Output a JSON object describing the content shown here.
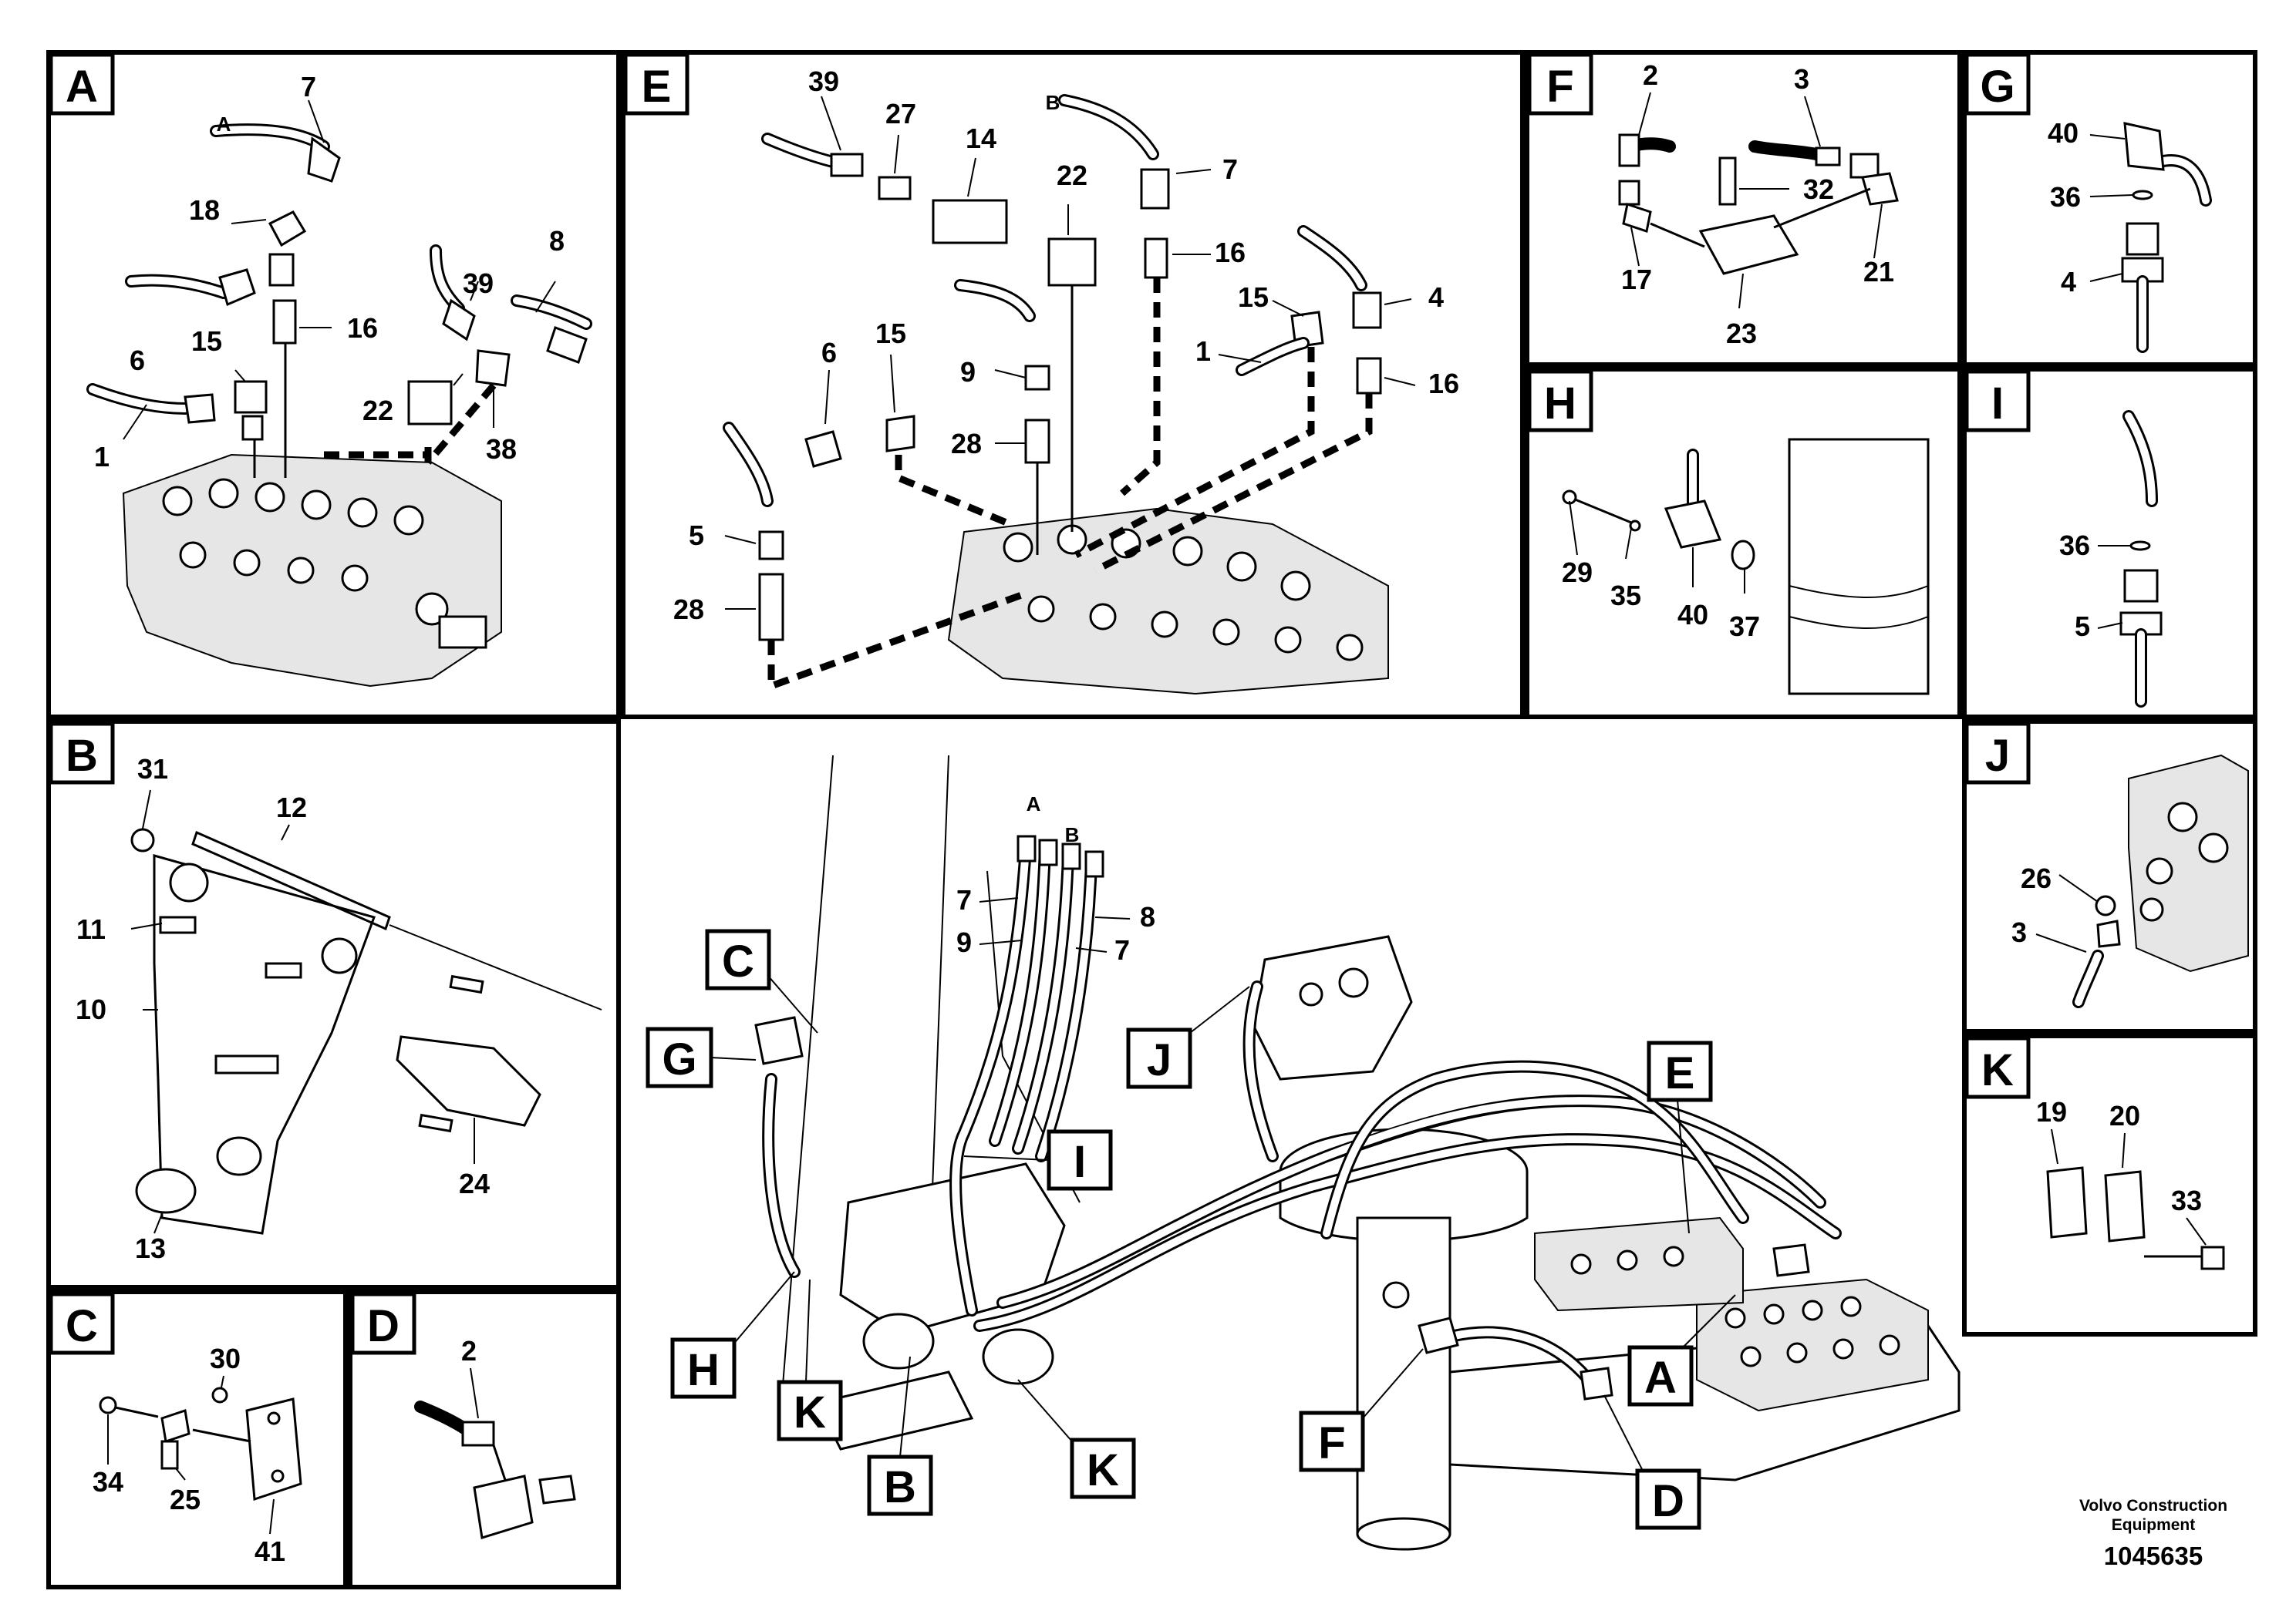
{
  "panels": {
    "a": {
      "letter": "A",
      "labels": [
        "7",
        "18",
        "16",
        "6",
        "15",
        "1",
        "8",
        "39",
        "22",
        "38"
      ],
      "hose_end_label": "A"
    },
    "e": {
      "letter": "E",
      "labels": [
        "39",
        "27",
        "14",
        "22",
        "7",
        "16",
        "15",
        "4",
        "16",
        "1",
        "6",
        "15",
        "9",
        "28",
        "5",
        "28"
      ],
      "hose_end_label": "B"
    },
    "f": {
      "letter": "F",
      "labels": [
        "2",
        "3",
        "32",
        "17",
        "21",
        "23"
      ]
    },
    "g": {
      "letter": "G",
      "labels": [
        "40",
        "36",
        "4"
      ]
    },
    "h": {
      "letter": "H",
      "labels": [
        "29",
        "35",
        "40",
        "37"
      ]
    },
    "i": {
      "letter": "I",
      "labels": [
        "36",
        "5"
      ]
    },
    "b": {
      "letter": "B",
      "labels": [
        "31",
        "12",
        "11",
        "10",
        "24",
        "13"
      ]
    },
    "j": {
      "letter": "J",
      "labels": [
        "26",
        "3"
      ]
    },
    "k": {
      "letter": "K",
      "labels": [
        "19",
        "20",
        "33"
      ]
    },
    "c": {
      "letter": "C",
      "labels": [
        "30",
        "34",
        "25",
        "41"
      ]
    },
    "d": {
      "letter": "D",
      "labels": [
        "2"
      ]
    }
  },
  "main_view": {
    "callouts": [
      "C",
      "G",
      "I",
      "J",
      "E",
      "H",
      "K",
      "B",
      "K",
      "F",
      "A",
      "D"
    ],
    "hose_end_labels": [
      "A",
      "B"
    ],
    "hose_labels": [
      "7",
      "9",
      "8",
      "7"
    ]
  },
  "footer": {
    "brand_line1": "Volvo Construction",
    "brand_line2": "Equipment",
    "doc_number": "1045635"
  }
}
